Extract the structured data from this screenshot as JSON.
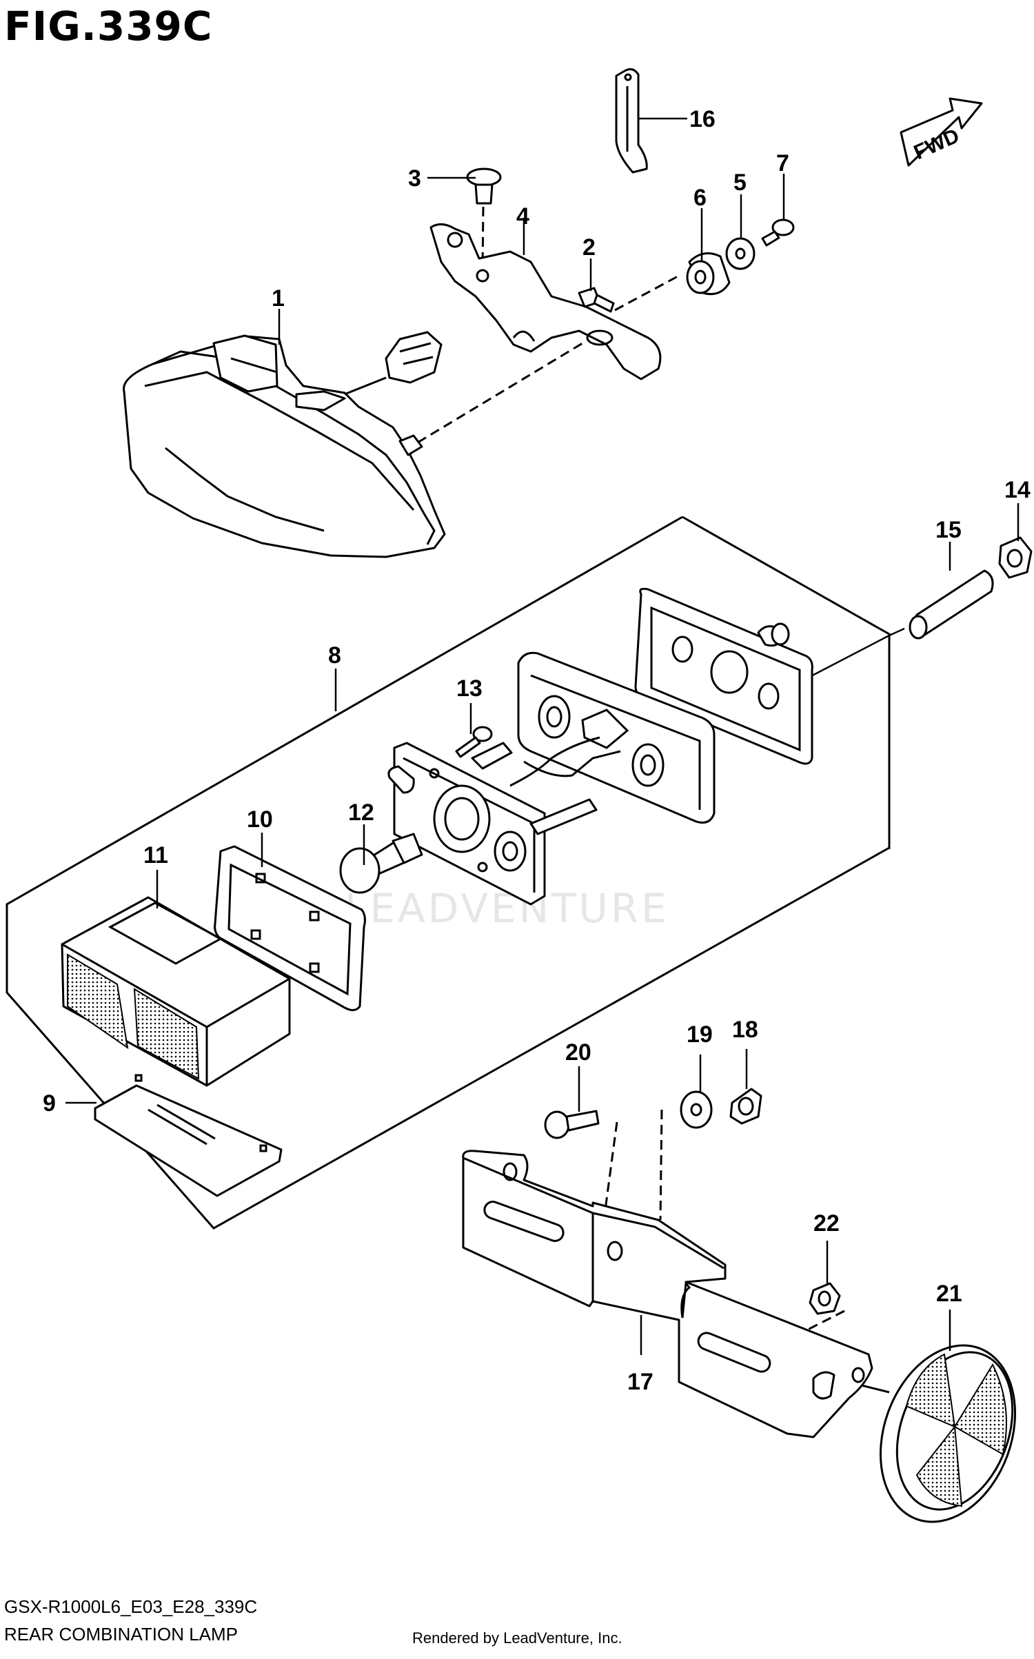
{
  "figure": {
    "title": "FIG.339C",
    "code": "GSX-R1000L6_E03_E28_339C",
    "name": "REAR COMBINATION LAMP",
    "rendered_by": "Rendered by LeadVenture, Inc.",
    "watermark": "LEADVENTURE",
    "direction_label": "FWD"
  },
  "callouts": [
    "1",
    "2",
    "3",
    "4",
    "5",
    "6",
    "7",
    "8",
    "9",
    "10",
    "11",
    "12",
    "13",
    "14",
    "15",
    "16",
    "17",
    "18",
    "19",
    "20",
    "21",
    "22"
  ]
}
